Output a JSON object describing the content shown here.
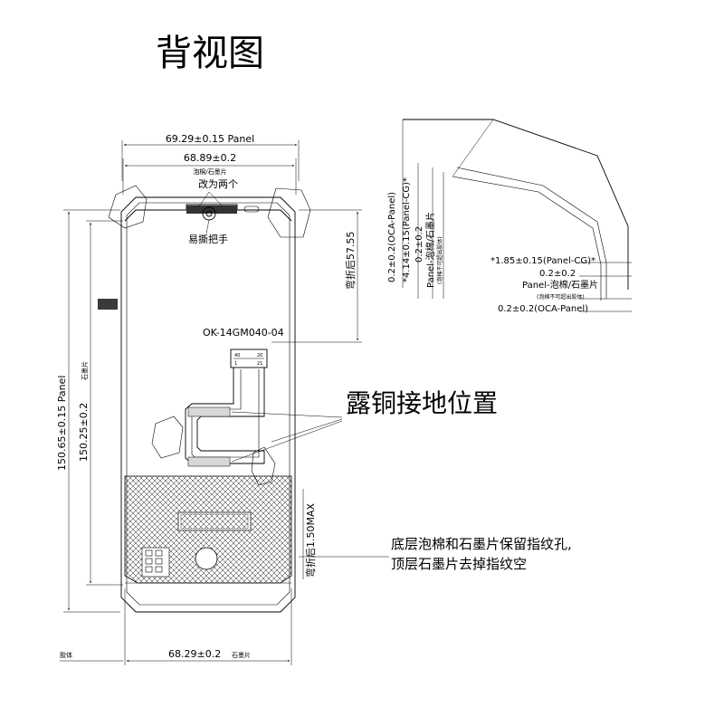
{
  "title": "背视图",
  "top_dims": {
    "panel_width": "69.29±0.15 Panel",
    "foam_width": "68.89±0.2",
    "foam_note": "泡棉/石墨片"
  },
  "notch": {
    "change_label": "改为两个",
    "tab_label": "易撕把手"
  },
  "right_vertical": {
    "bend_after": "弯折后57.55"
  },
  "part_number": "OK-14GM040-04",
  "connector": {
    "top": "40",
    "top_right": "20",
    "bottom": "1",
    "bottom_right": "21"
  },
  "copper_ground": "露铜接地位置",
  "bend_thickness": "弯折后1.50MAX",
  "fingerprint_note": {
    "line1": "底层泡棉和石墨片保留指纹孔,",
    "line2": "顶层石墨片去掉指纹空"
  },
  "left_vertical": {
    "panel_height": "150.65±0.15 Panel",
    "graphite_height": "150.25±0.2",
    "graphite_label": "石墨片"
  },
  "bottom": {
    "width": "68.29±0.2",
    "label": "石墨片",
    "left_label": "胶体"
  },
  "detail": {
    "vertical": [
      "0.2±0.2(OCA-Panel)",
      "*4.14±0.15(Panel-CG)*",
      "0.2±0.2",
      "Panel-泡棉/石墨片",
      "(泡棉不可超出胶体)"
    ],
    "horizontal": [
      "*1.85±0.15(Panel-CG)*",
      "0.2±0.2",
      "Panel-泡棉/石墨片",
      "(泡棉不可超出胶体)",
      "0.2±0.2(OCA-Panel)"
    ]
  }
}
